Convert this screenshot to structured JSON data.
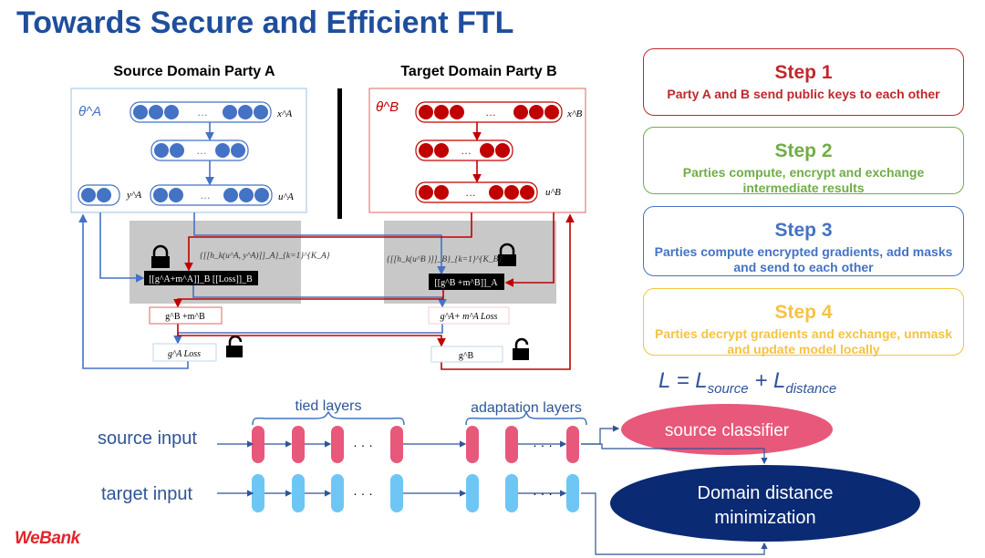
{
  "title": "Towards Secure and Efficient FTL",
  "party_a": {
    "heading": "Source Domain Party A",
    "theta": "θ^A",
    "x": "x^A",
    "u": "u^A",
    "y": "y^A",
    "encrypted_msg": "{[[h_k(u^A, y^A)]]_A}_{k=1}^{K_A}",
    "masked": "[[g^A+m^A]]_B  [[Loss]]_B",
    "received": "g^B +m^B",
    "final": "g^A  Loss"
  },
  "party_b": {
    "heading": "Target Domain Party B",
    "theta": "θ^B",
    "x": "x^B",
    "u": "u^B",
    "encrypted_msg": "{[[h_k(u^B )]]_B}_{k=1}^{K_B}",
    "masked": "[[g^B +m^B]]_A",
    "received": "g^A+ m^A   Loss",
    "final": "g^B"
  },
  "steps": [
    {
      "title": "Step 1",
      "desc": "Party A and B send public keys to each other",
      "color": "#c0282d"
    },
    {
      "title": "Step 2",
      "desc": "Parties compute, encrypt and exchange intermediate results",
      "color": "#70ad47"
    },
    {
      "title": "Step 3",
      "desc": "Parties compute encrypted gradients, add masks and send to each other",
      "color": "#4472c4"
    },
    {
      "title": "Step 4",
      "desc": "Parties decrypt gradients and exchange, unmask and update model locally",
      "color": "#f5c342"
    }
  ],
  "formula": {
    "L": "L = L",
    "source": "source",
    "plus": " + L",
    "distance": "distance"
  },
  "bottom": {
    "source_input": "source input",
    "target_input": "target input",
    "tied_layers": "tied layers",
    "adaptation_layers": "adaptation layers",
    "source_classifier": "source classifier",
    "domain_distance_1": "Domain distance",
    "domain_distance_2": "minimization",
    "ellipsis": "· · ·"
  },
  "logo": "WeBank",
  "colors": {
    "blue": "#4472c4",
    "red": "#c00000",
    "pink": "#e8587a",
    "lightblue": "#6ec6f5",
    "navy": "#0a2a73"
  }
}
